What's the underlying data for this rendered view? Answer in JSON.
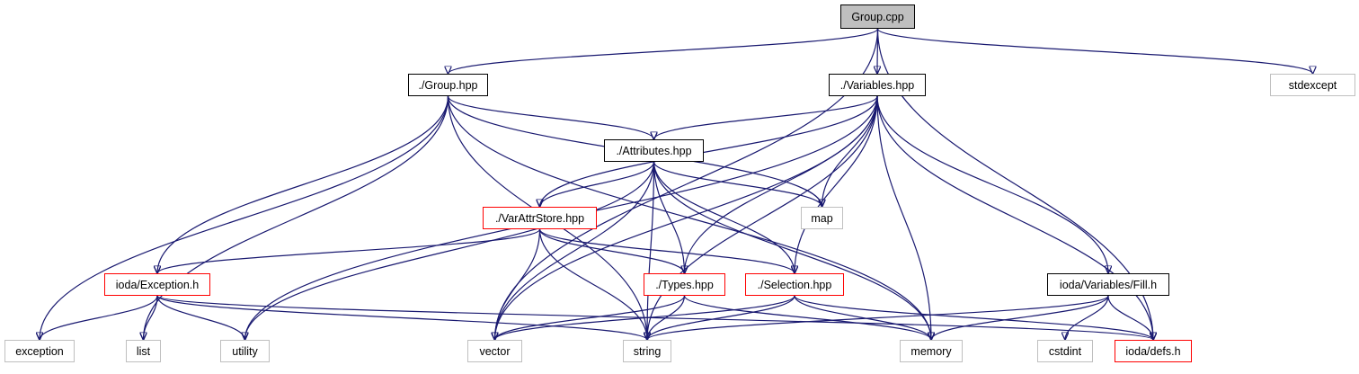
{
  "graph": {
    "nodes": [
      {
        "id": "group_cpp",
        "label": "Group.cpp",
        "fill": "#bfbfbf",
        "border": "#000000"
      },
      {
        "id": "group_hpp",
        "label": "./Group.hpp",
        "fill": "#ffffff",
        "border": "#000000"
      },
      {
        "id": "variables_hpp",
        "label": "./Variables.hpp",
        "fill": "#ffffff",
        "border": "#000000"
      },
      {
        "id": "stdexcept",
        "label": "stdexcept",
        "fill": "#ffffff",
        "border": "#bfbfbf"
      },
      {
        "id": "attributes_hpp",
        "label": "./Attributes.hpp",
        "fill": "#ffffff",
        "border": "#000000"
      },
      {
        "id": "map",
        "label": "map",
        "fill": "#ffffff",
        "border": "#bfbfbf"
      },
      {
        "id": "varattrstore_hpp",
        "label": "./VarAttrStore.hpp",
        "fill": "#ffffff",
        "border": "#ff0000"
      },
      {
        "id": "exception_h",
        "label": "ioda/Exception.h",
        "fill": "#ffffff",
        "border": "#ff0000"
      },
      {
        "id": "types_hpp",
        "label": "./Types.hpp",
        "fill": "#ffffff",
        "border": "#ff0000"
      },
      {
        "id": "selection_hpp",
        "label": "./Selection.hpp",
        "fill": "#ffffff",
        "border": "#ff0000"
      },
      {
        "id": "fill_h",
        "label": "ioda/Variables/Fill.h",
        "fill": "#ffffff",
        "border": "#000000"
      },
      {
        "id": "exception",
        "label": "exception",
        "fill": "#ffffff",
        "border": "#bfbfbf"
      },
      {
        "id": "list",
        "label": "list",
        "fill": "#ffffff",
        "border": "#bfbfbf"
      },
      {
        "id": "utility",
        "label": "utility",
        "fill": "#ffffff",
        "border": "#bfbfbf"
      },
      {
        "id": "vector",
        "label": "vector",
        "fill": "#ffffff",
        "border": "#bfbfbf"
      },
      {
        "id": "string",
        "label": "string",
        "fill": "#ffffff",
        "border": "#bfbfbf"
      },
      {
        "id": "memory",
        "label": "memory",
        "fill": "#ffffff",
        "border": "#bfbfbf"
      },
      {
        "id": "cstdint",
        "label": "cstdint",
        "fill": "#ffffff",
        "border": "#bfbfbf"
      },
      {
        "id": "defs_h",
        "label": "ioda/defs.h",
        "fill": "#ffffff",
        "border": "#ff0000"
      }
    ],
    "edges": [
      {
        "from": "group_cpp",
        "to": "group_hpp"
      },
      {
        "from": "group_cpp",
        "to": "variables_hpp"
      },
      {
        "from": "group_cpp",
        "to": "stdexcept"
      },
      {
        "from": "group_cpp",
        "to": "vector"
      },
      {
        "from": "group_cpp",
        "to": "defs_h"
      },
      {
        "from": "group_hpp",
        "to": "attributes_hpp"
      },
      {
        "from": "group_hpp",
        "to": "exception_h"
      },
      {
        "from": "group_hpp",
        "to": "exception"
      },
      {
        "from": "group_hpp",
        "to": "list"
      },
      {
        "from": "group_hpp",
        "to": "map"
      },
      {
        "from": "group_hpp",
        "to": "memory"
      },
      {
        "from": "group_hpp",
        "to": "string"
      },
      {
        "from": "variables_hpp",
        "to": "attributes_hpp"
      },
      {
        "from": "variables_hpp",
        "to": "varattrstore_hpp"
      },
      {
        "from": "variables_hpp",
        "to": "types_hpp"
      },
      {
        "from": "variables_hpp",
        "to": "selection_hpp"
      },
      {
        "from": "variables_hpp",
        "to": "fill_h"
      },
      {
        "from": "variables_hpp",
        "to": "map"
      },
      {
        "from": "variables_hpp",
        "to": "memory"
      },
      {
        "from": "variables_hpp",
        "to": "string"
      },
      {
        "from": "variables_hpp",
        "to": "utility"
      },
      {
        "from": "variables_hpp",
        "to": "vector"
      },
      {
        "from": "variables_hpp",
        "to": "defs_h"
      },
      {
        "from": "attributes_hpp",
        "to": "varattrstore_hpp"
      },
      {
        "from": "attributes_hpp",
        "to": "map"
      },
      {
        "from": "attributes_hpp",
        "to": "types_hpp"
      },
      {
        "from": "attributes_hpp",
        "to": "selection_hpp"
      },
      {
        "from": "attributes_hpp",
        "to": "utility"
      },
      {
        "from": "attributes_hpp",
        "to": "vector"
      },
      {
        "from": "attributes_hpp",
        "to": "string"
      },
      {
        "from": "attributes_hpp",
        "to": "memory"
      },
      {
        "from": "varattrstore_hpp",
        "to": "exception_h"
      },
      {
        "from": "varattrstore_hpp",
        "to": "types_hpp"
      },
      {
        "from": "varattrstore_hpp",
        "to": "selection_hpp"
      },
      {
        "from": "varattrstore_hpp",
        "to": "vector"
      },
      {
        "from": "varattrstore_hpp",
        "to": "string"
      },
      {
        "from": "exception_h",
        "to": "exception"
      },
      {
        "from": "exception_h",
        "to": "list"
      },
      {
        "from": "exception_h",
        "to": "utility"
      },
      {
        "from": "exception_h",
        "to": "string"
      },
      {
        "from": "exception_h",
        "to": "defs_h"
      },
      {
        "from": "types_hpp",
        "to": "vector"
      },
      {
        "from": "types_hpp",
        "to": "string"
      },
      {
        "from": "types_hpp",
        "to": "memory"
      },
      {
        "from": "selection_hpp",
        "to": "vector"
      },
      {
        "from": "selection_hpp",
        "to": "string"
      },
      {
        "from": "selection_hpp",
        "to": "memory"
      },
      {
        "from": "selection_hpp",
        "to": "defs_h"
      },
      {
        "from": "fill_h",
        "to": "string"
      },
      {
        "from": "fill_h",
        "to": "memory"
      },
      {
        "from": "fill_h",
        "to": "cstdint"
      },
      {
        "from": "fill_h",
        "to": "defs_h"
      }
    ],
    "edge_color": "#191970"
  }
}
